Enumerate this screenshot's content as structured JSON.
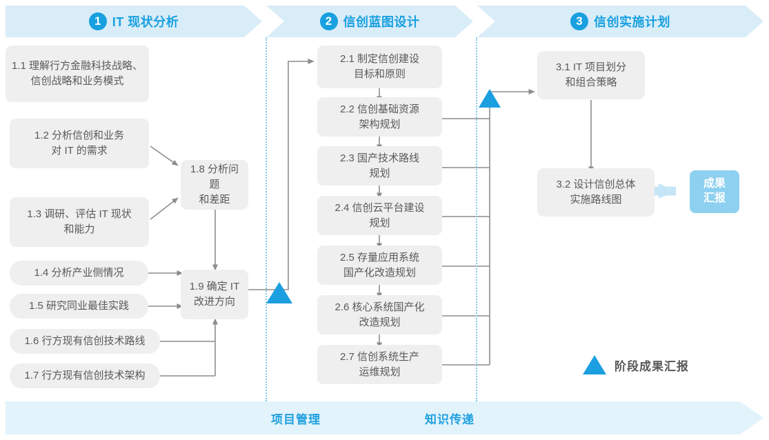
{
  "phases": [
    {
      "num": "1",
      "title": "IT 现状分析"
    },
    {
      "num": "2",
      "title": "信创蓝图设计"
    },
    {
      "num": "3",
      "title": "信创实施计划"
    }
  ],
  "phase1_boxes": [
    {
      "id": "1.1",
      "label": "1.1 理解行方金融科技战略、\n信创战略和业务模式"
    },
    {
      "id": "1.2",
      "label": "1.2 分析信创和业务\n对 IT 的需求"
    },
    {
      "id": "1.3",
      "label": "1.3 调研、评估 IT 现状\n和能力"
    },
    {
      "id": "1.4",
      "label": "1.4 分析产业侧情况"
    },
    {
      "id": "1.5",
      "label": "1.5 研究同业最佳实践"
    },
    {
      "id": "1.6",
      "label": "1.6 行方现有信创技术路线"
    },
    {
      "id": "1.7",
      "label": "1.7 行方现有信创技术架构"
    },
    {
      "id": "1.8",
      "label": "1.8 分析问题\n和差距"
    },
    {
      "id": "1.9",
      "label": "1.9 确定 IT\n改进方向"
    }
  ],
  "phase2_boxes": [
    {
      "id": "2.1",
      "label": "2.1 制定信创建设\n目标和原则"
    },
    {
      "id": "2.2",
      "label": "2.2 信创基础资源\n架构规划"
    },
    {
      "id": "2.3",
      "label": "2.3 国产技术路线\n规划"
    },
    {
      "id": "2.4",
      "label": "2.4 信创云平台建设\n规划"
    },
    {
      "id": "2.5",
      "label": "2.5 存量应用系统\n国产化改造规划"
    },
    {
      "id": "2.6",
      "label": "2.6 核心系统国产化\n改造规划"
    },
    {
      "id": "2.7",
      "label": "2.7 信创系统生产\n运维规划"
    }
  ],
  "phase3_boxes": [
    {
      "id": "3.1",
      "label": "3.1 IT 项目划分\n和组合策略"
    },
    {
      "id": "3.2",
      "label": "3.2 设计信创总体\n实施路线图"
    }
  ],
  "outcome": {
    "label": "成果\n汇报"
  },
  "legend": {
    "label": "阶段成果汇报"
  },
  "footer": {
    "project_management": "项目管理",
    "knowledge_transfer": "知识传递"
  },
  "colors": {
    "accent_blue": "#1b9fe0",
    "phase_bar": "#d9edf8",
    "box_gray": "#efefef",
    "text_gray": "#58595b",
    "outcome_blue": "#8ed0ef",
    "divider_blue": "#7ec9e8",
    "footer_blue": "#e3f3fb",
    "connector_gray": "#8c8c8c"
  },
  "icons": {
    "milestone": "triangle-up-icon",
    "phase_arrow": "chevron-right-icon",
    "flow_arrow": "arrow-right-icon"
  }
}
